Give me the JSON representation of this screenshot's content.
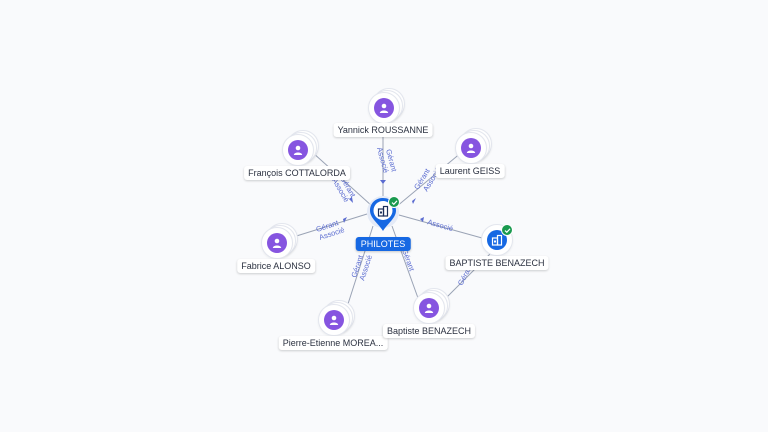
{
  "center": {
    "label": "PHILOTES",
    "icon": "building-icon",
    "verified": true,
    "color": "#1668e3"
  },
  "nodes": [
    {
      "id": "yannick",
      "label": "Yannick ROUSSANNE",
      "type": "person",
      "icon": "person-icon"
    },
    {
      "id": "francois",
      "label": "François COTTALORDA",
      "type": "person",
      "icon": "person-icon"
    },
    {
      "id": "laurent",
      "label": "Laurent GEISS",
      "type": "person",
      "icon": "person-icon"
    },
    {
      "id": "fabrice",
      "label": "Fabrice ALONSO",
      "type": "person",
      "icon": "person-icon"
    },
    {
      "id": "baptiste_co",
      "label": "BAPTISTE BENAZECH",
      "type": "company",
      "icon": "building-icon",
      "verified": true
    },
    {
      "id": "pierre",
      "label": "Pierre-Etienne MOREA...",
      "type": "person",
      "icon": "person-icon"
    },
    {
      "id": "baptiste",
      "label": "Baptiste BENAZECH",
      "type": "person",
      "icon": "person-icon"
    }
  ],
  "edges": [
    {
      "from": "yannick",
      "roles": [
        "Gérant",
        "Associé"
      ]
    },
    {
      "from": "francois",
      "roles": [
        "Gérant",
        "Associé"
      ]
    },
    {
      "from": "laurent",
      "roles": [
        "Gérant",
        "Associé"
      ]
    },
    {
      "from": "fabrice",
      "roles": [
        "Gérant",
        "Associé"
      ]
    },
    {
      "from": "baptiste_co",
      "roles": [
        "Associé"
      ]
    },
    {
      "from": "pierre",
      "roles": [
        "Gérant",
        "Associé"
      ]
    },
    {
      "from": "baptiste",
      "roles": [
        "Gérant"
      ]
    },
    {
      "from": "baptiste_co_to_baptiste",
      "roles": [
        "Gérant"
      ]
    }
  ],
  "colors": {
    "person": "#8655e0",
    "company": "#1668e3",
    "verified": "#1a9a4f",
    "edge_label": "#5a6bd0"
  }
}
